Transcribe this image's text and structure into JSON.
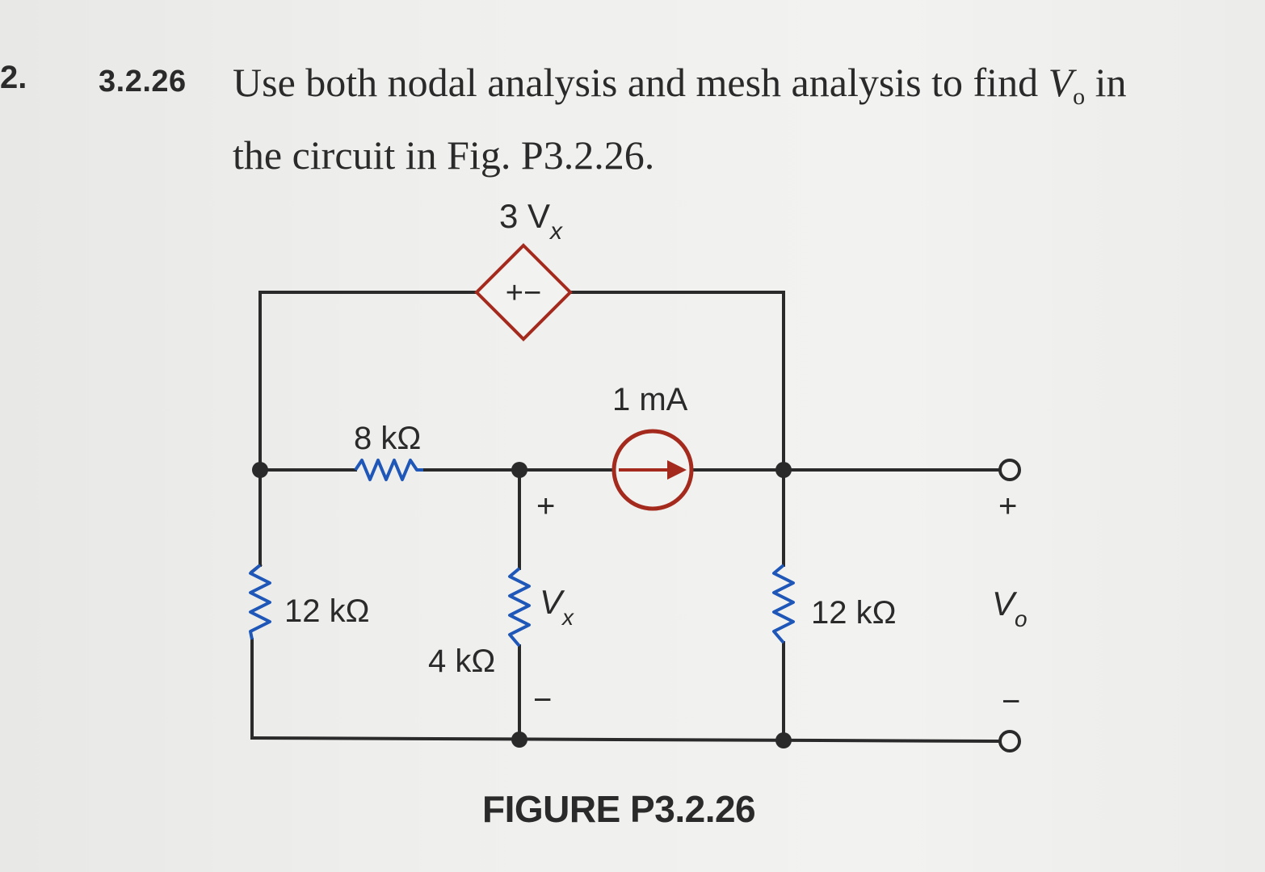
{
  "page": {
    "edge_number": "2.",
    "problem_number": "3.2.26",
    "problem_line1_pre": "Use both nodal analysis and mesh analysis to find ",
    "problem_var": "V",
    "problem_var_sub": "o",
    "problem_line1_post": " in",
    "problem_line2": "the circuit in Fig. P3.2.26."
  },
  "circuit": {
    "dependent_source_label": "3 V",
    "dependent_source_label_sub": "x",
    "dependent_source_polarity": "+−",
    "current_source_label": "1 mA",
    "r_top_left": "8 kΩ",
    "r_left": "12 kΩ",
    "r_middle": "4 kΩ",
    "r_right": "12 kΩ",
    "vx_plus": "+",
    "vx_label": "V",
    "vx_sub": "x",
    "vx_minus": "−",
    "vo_plus": "+",
    "vo_label": "V",
    "vo_sub": "o",
    "vo_minus": "−",
    "colors": {
      "wire": "#2a2a2a",
      "resistor": "#1f57b8",
      "source": "#a42a1e"
    },
    "icons": [
      "resistor-icon",
      "dependent-voltage-source-icon",
      "current-source-icon",
      "terminal-icon",
      "node-icon"
    ]
  },
  "caption": {
    "figure_label": "FIGURE P3.2.26"
  }
}
